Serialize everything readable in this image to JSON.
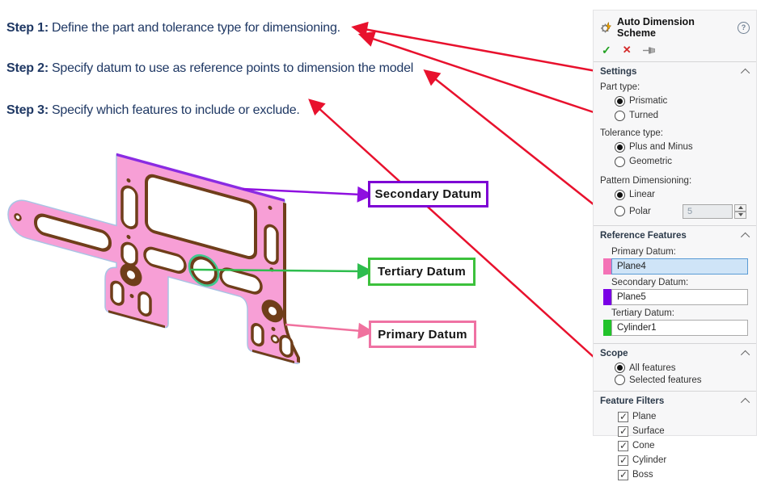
{
  "steps": [
    {
      "label": "Step 1:",
      "text": "Define the part and tolerance type for dimensioning."
    },
    {
      "label": "Step 2:",
      "text": "Specify datum to use as reference points to dimension the model"
    },
    {
      "label": "Step 3:",
      "text": "Specify which features to include or exclude."
    }
  ],
  "datum_labels": {
    "secondary": "Secondary Datum",
    "tertiary": "Tertiary Datum",
    "primary": "Primary Datum"
  },
  "colors": {
    "step_text": "#1f3864",
    "red_arrow": "#e8112d",
    "secondary_accent": "#7d00d4",
    "tertiary_accent": "#3cc13c",
    "primary_accent": "#ef72a3",
    "part_pink": "#f79fd6",
    "hole_brown": "#6f3e1a",
    "top_edge_purple": "#8a2be2",
    "selected_field_bg": "#cfe4f7"
  },
  "icons": {
    "header": "gear-lightning-icon",
    "help": "help-icon",
    "ok": "check-icon",
    "cancel": "close-icon",
    "pin": "pin-icon",
    "collapse": "chevron-up-icon"
  },
  "panel": {
    "title": "Auto Dimension Scheme",
    "sections": {
      "settings": {
        "title": "Settings",
        "part_type_label": "Part type:",
        "part_type_options": [
          {
            "label": "Prismatic",
            "selected": true
          },
          {
            "label": "Turned",
            "selected": false
          }
        ],
        "tolerance_label": "Tolerance type:",
        "tolerance_options": [
          {
            "label": "Plus and Minus",
            "selected": true
          },
          {
            "label": "Geometric",
            "selected": false
          }
        ],
        "pattern_label": "Pattern Dimensioning:",
        "pattern_options": [
          {
            "label": "Linear",
            "selected": true
          },
          {
            "label": "Polar",
            "selected": false
          }
        ],
        "polar_count": "5"
      },
      "reference": {
        "title": "Reference Features",
        "primary_label": "Primary Datum:",
        "primary_value": "Plane4",
        "secondary_label": "Secondary Datum:",
        "secondary_value": "Plane5",
        "tertiary_label": "Tertiary Datum:",
        "tertiary_value": "Cylinder1"
      },
      "scope": {
        "title": "Scope",
        "options": [
          {
            "label": "All features",
            "selected": true
          },
          {
            "label": "Selected features",
            "selected": false
          }
        ]
      },
      "filters": {
        "title": "Feature Filters",
        "items": [
          {
            "label": "Plane",
            "checked": true
          },
          {
            "label": "Surface",
            "checked": true
          },
          {
            "label": "Cone",
            "checked": true
          },
          {
            "label": "Cylinder",
            "checked": true
          },
          {
            "label": "Boss",
            "checked": true
          }
        ]
      }
    }
  }
}
